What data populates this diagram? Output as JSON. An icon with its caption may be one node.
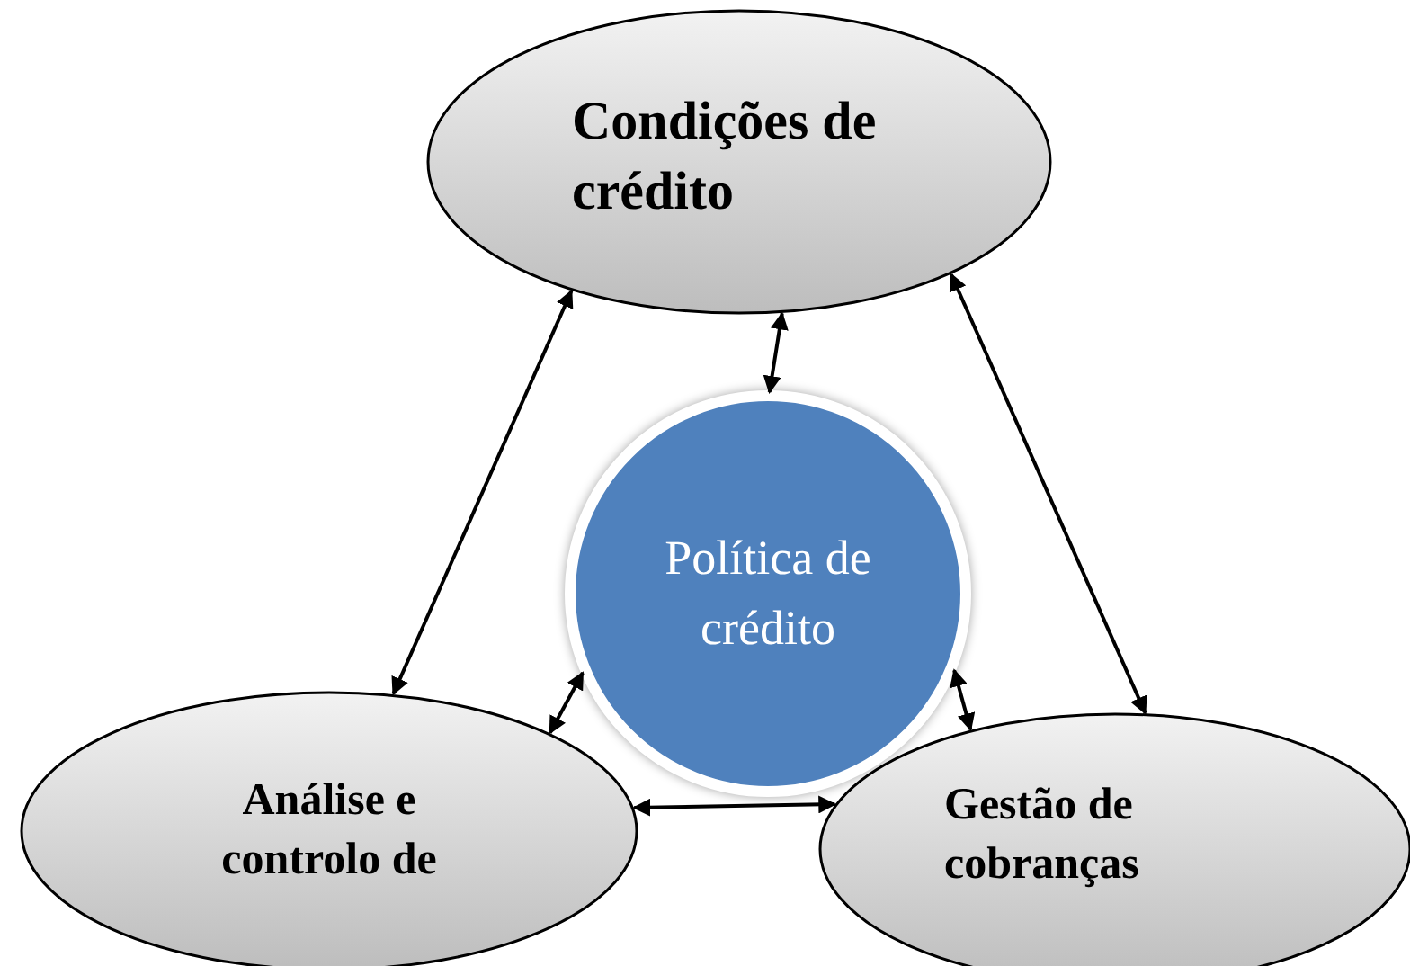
{
  "diagram": {
    "nodes": [
      {
        "text": [
          "Condições de crédito"
        ]
      },
      {
        "text": [
          "Política de crédito"
        ]
      },
      {
        "text": [
          "Análise e controlo de"
        ]
      },
      {
        "text": [
          "Gestão de cobranças"
        ]
      }
    ],
    "edges": [
      {
        "from": 0,
        "to": 1,
        "arrow": "both"
      },
      {
        "from": 0,
        "to": 2,
        "arrow": "both"
      },
      {
        "from": 0,
        "to": 3,
        "arrow": "both"
      },
      {
        "from": 1,
        "to": 2,
        "arrow": "both"
      },
      {
        "from": 1,
        "to": 3,
        "arrow": "both"
      },
      {
        "from": 2,
        "to": 3,
        "arrow": "both"
      }
    ]
  }
}
